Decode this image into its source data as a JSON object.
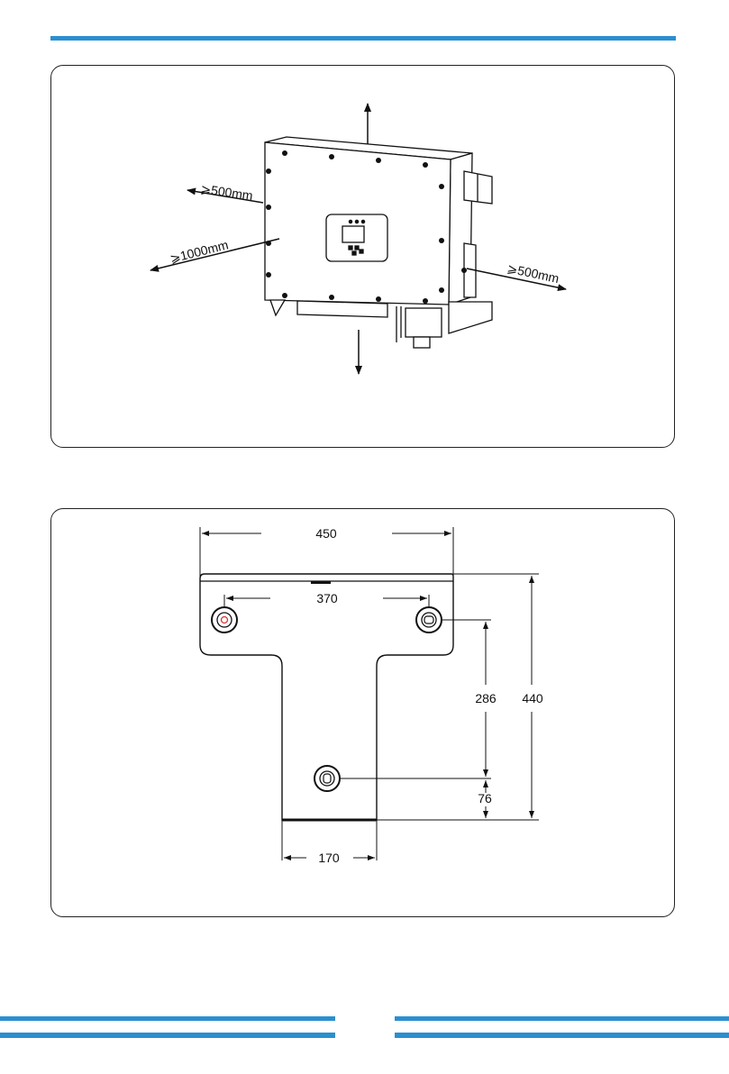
{
  "page": {
    "accent_color": "#2b8fd0"
  },
  "clearance_diagram": {
    "labels": {
      "left_upper": "⩾500mm",
      "left_lower": "⩾1000mm",
      "right": "⩾500mm"
    }
  },
  "bracket_drawing": {
    "dimensions": {
      "overall_width": "450",
      "hole_spacing": "370",
      "overall_height": "440",
      "hole_vertical": "286",
      "bottom_offset": "76",
      "stem_width": "170"
    }
  }
}
